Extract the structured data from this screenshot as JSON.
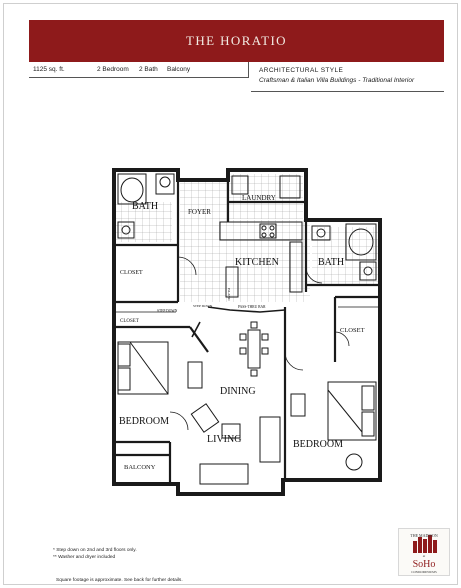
{
  "header": {
    "title": "THE HORATIO"
  },
  "specs": {
    "size": "1125 sq. ft.",
    "bedrooms": "2 Bedroom",
    "baths": "2 Bath",
    "feature": "Balcony"
  },
  "style": {
    "heading": "ARCHITECTURAL STYLE",
    "description": "Craftsman & Italian Villa Buildings - Traditional Interior"
  },
  "floorplan": {
    "rooms": {
      "bath_left": "BATH",
      "foyer": "FOYER",
      "laundry": "LAUNDRY",
      "kitchen": "KITCHEN",
      "bath_right": "BATH",
      "closet_left": "CLOSET",
      "closet_small": "CLOSET",
      "closet_right": "CLOSET",
      "bedroom_left": "BEDROOM",
      "dining": "DINING",
      "living": "LIVING",
      "bedroom_right": "BEDROOM",
      "balcony": "BALCONY"
    },
    "small_labels": {
      "pass_thru": "PASS-THRU BAR",
      "step_down": "STEP DOWN",
      "island": "ISLAND",
      "step_down_2": "STEP DOWN"
    }
  },
  "notes": {
    "line1": "* Step down on 2nd and 3rd floors only.",
    "line2": "** Washer and dryer included",
    "footer": "Square footage is approximate. See back for further details."
  },
  "logo": {
    "top": "THE MADISON",
    "at": "at",
    "brand": "SoHo",
    "bottom": "CONDOMINIUMS"
  },
  "colors": {
    "title_band": "#8e1a1b",
    "title_text": "#f3ece4",
    "walls": "#1a1a1a",
    "tile_grid": "#9a9a9a"
  }
}
